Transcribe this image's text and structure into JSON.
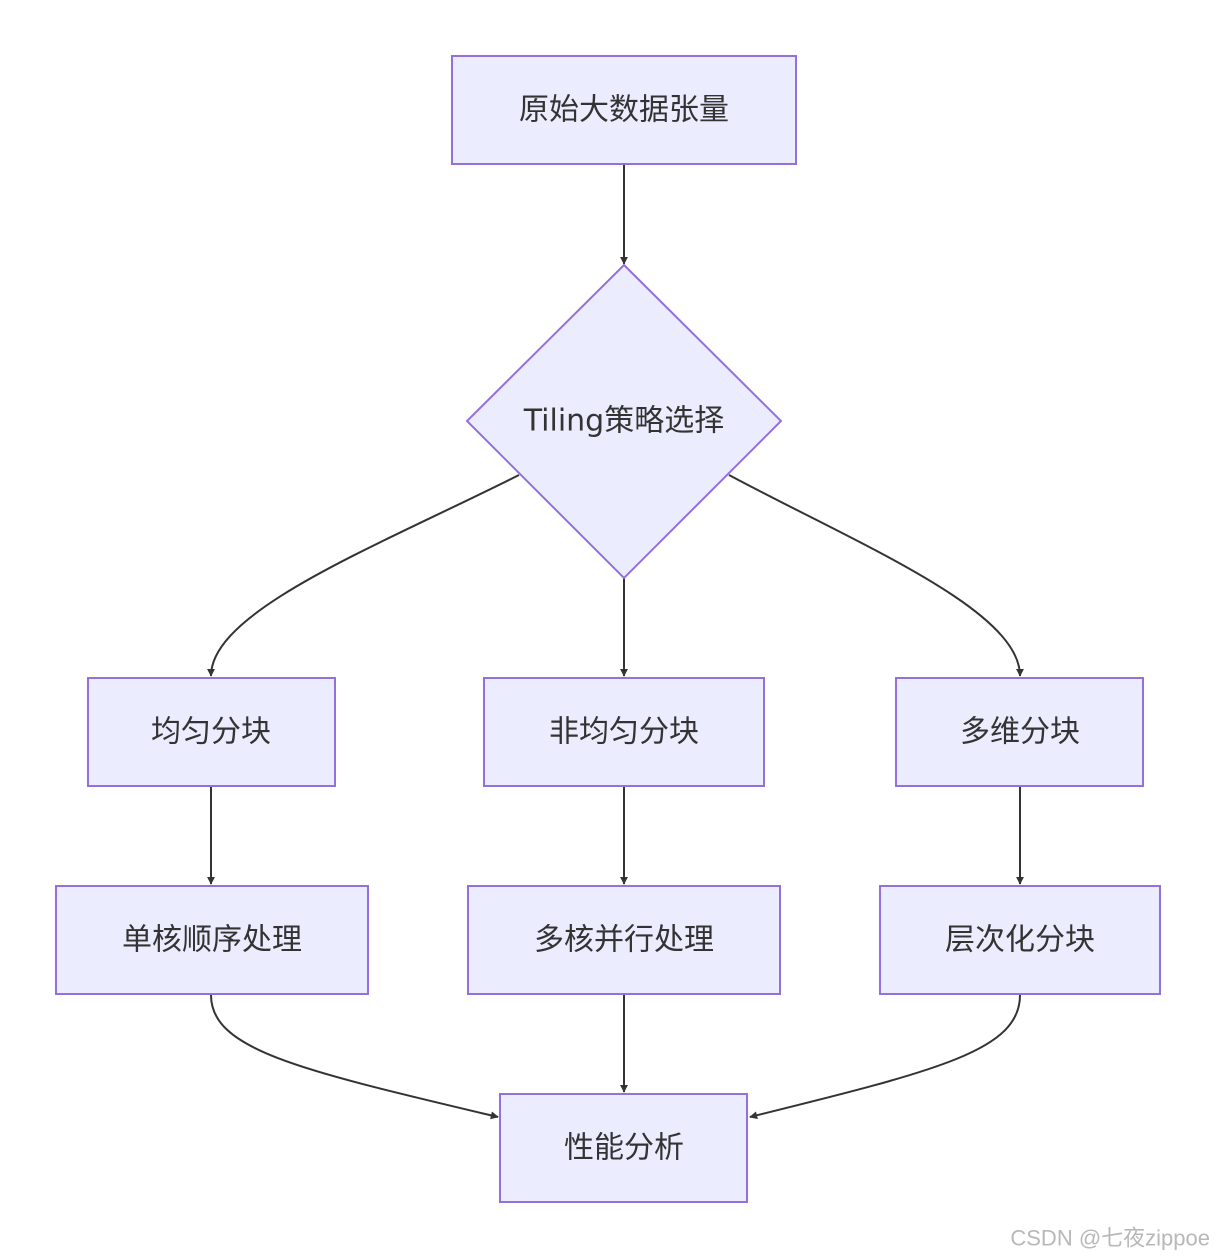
{
  "nodes": {
    "source": {
      "label": "原始大数据张量"
    },
    "decision": {
      "label": "Tiling策略选择"
    },
    "uniform": {
      "label": "均匀分块"
    },
    "non_uniform": {
      "label": "非均匀分块"
    },
    "multi_dim": {
      "label": "多维分块"
    },
    "single_core": {
      "label": "单核顺序处理"
    },
    "multi_core": {
      "label": "多核并行处理"
    },
    "hierarchical": {
      "label": "层次化分块"
    },
    "perf": {
      "label": "性能分析"
    }
  },
  "watermark": "CSDN @七夜zippoe",
  "colors": {
    "node_fill": "#ececff",
    "node_stroke": "#9370db",
    "edge": "#333333",
    "text": "#333333"
  }
}
